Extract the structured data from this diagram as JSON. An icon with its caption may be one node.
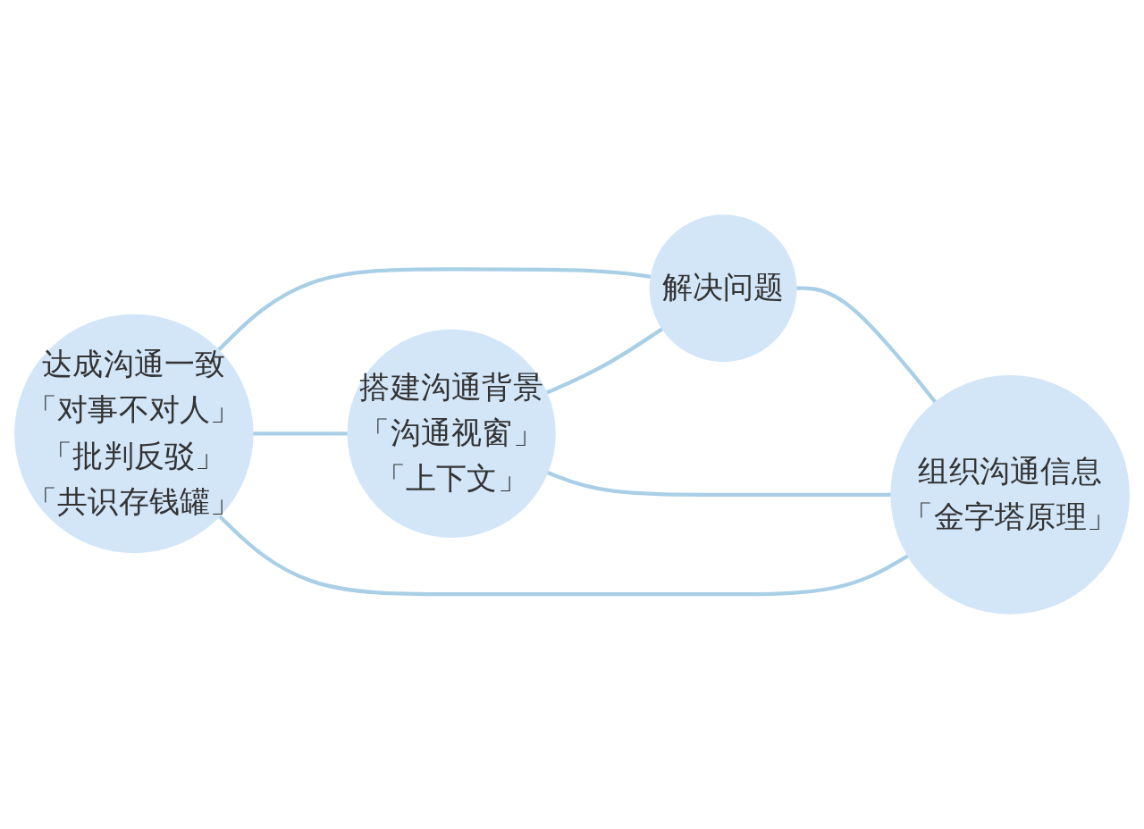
{
  "diagram": {
    "nodes": [
      {
        "text": [
          "搭建沟通背景",
          "「沟通视窗」",
          "「上下文」"
        ]
      },
      {
        "text": [
          "解决问题"
        ]
      },
      {
        "text": [
          "达成沟通一致",
          "「对事不对人」",
          "「批判反驳」",
          "「共识存钱罐」"
        ]
      },
      {
        "text": [
          "组织沟通信息",
          "「金字塔原理」"
        ]
      }
    ],
    "edges": [
      {
        "from": 0,
        "to": 1,
        "arrow": "none"
      },
      {
        "from": 2,
        "to": 1,
        "arrow": "none"
      },
      {
        "from": 1,
        "to": 3,
        "arrow": "none"
      },
      {
        "from": 2,
        "to": 0,
        "arrow": "none"
      },
      {
        "from": 0,
        "to": 3,
        "arrow": "none"
      },
      {
        "from": 2,
        "to": 3,
        "arrow": "none"
      }
    ]
  }
}
